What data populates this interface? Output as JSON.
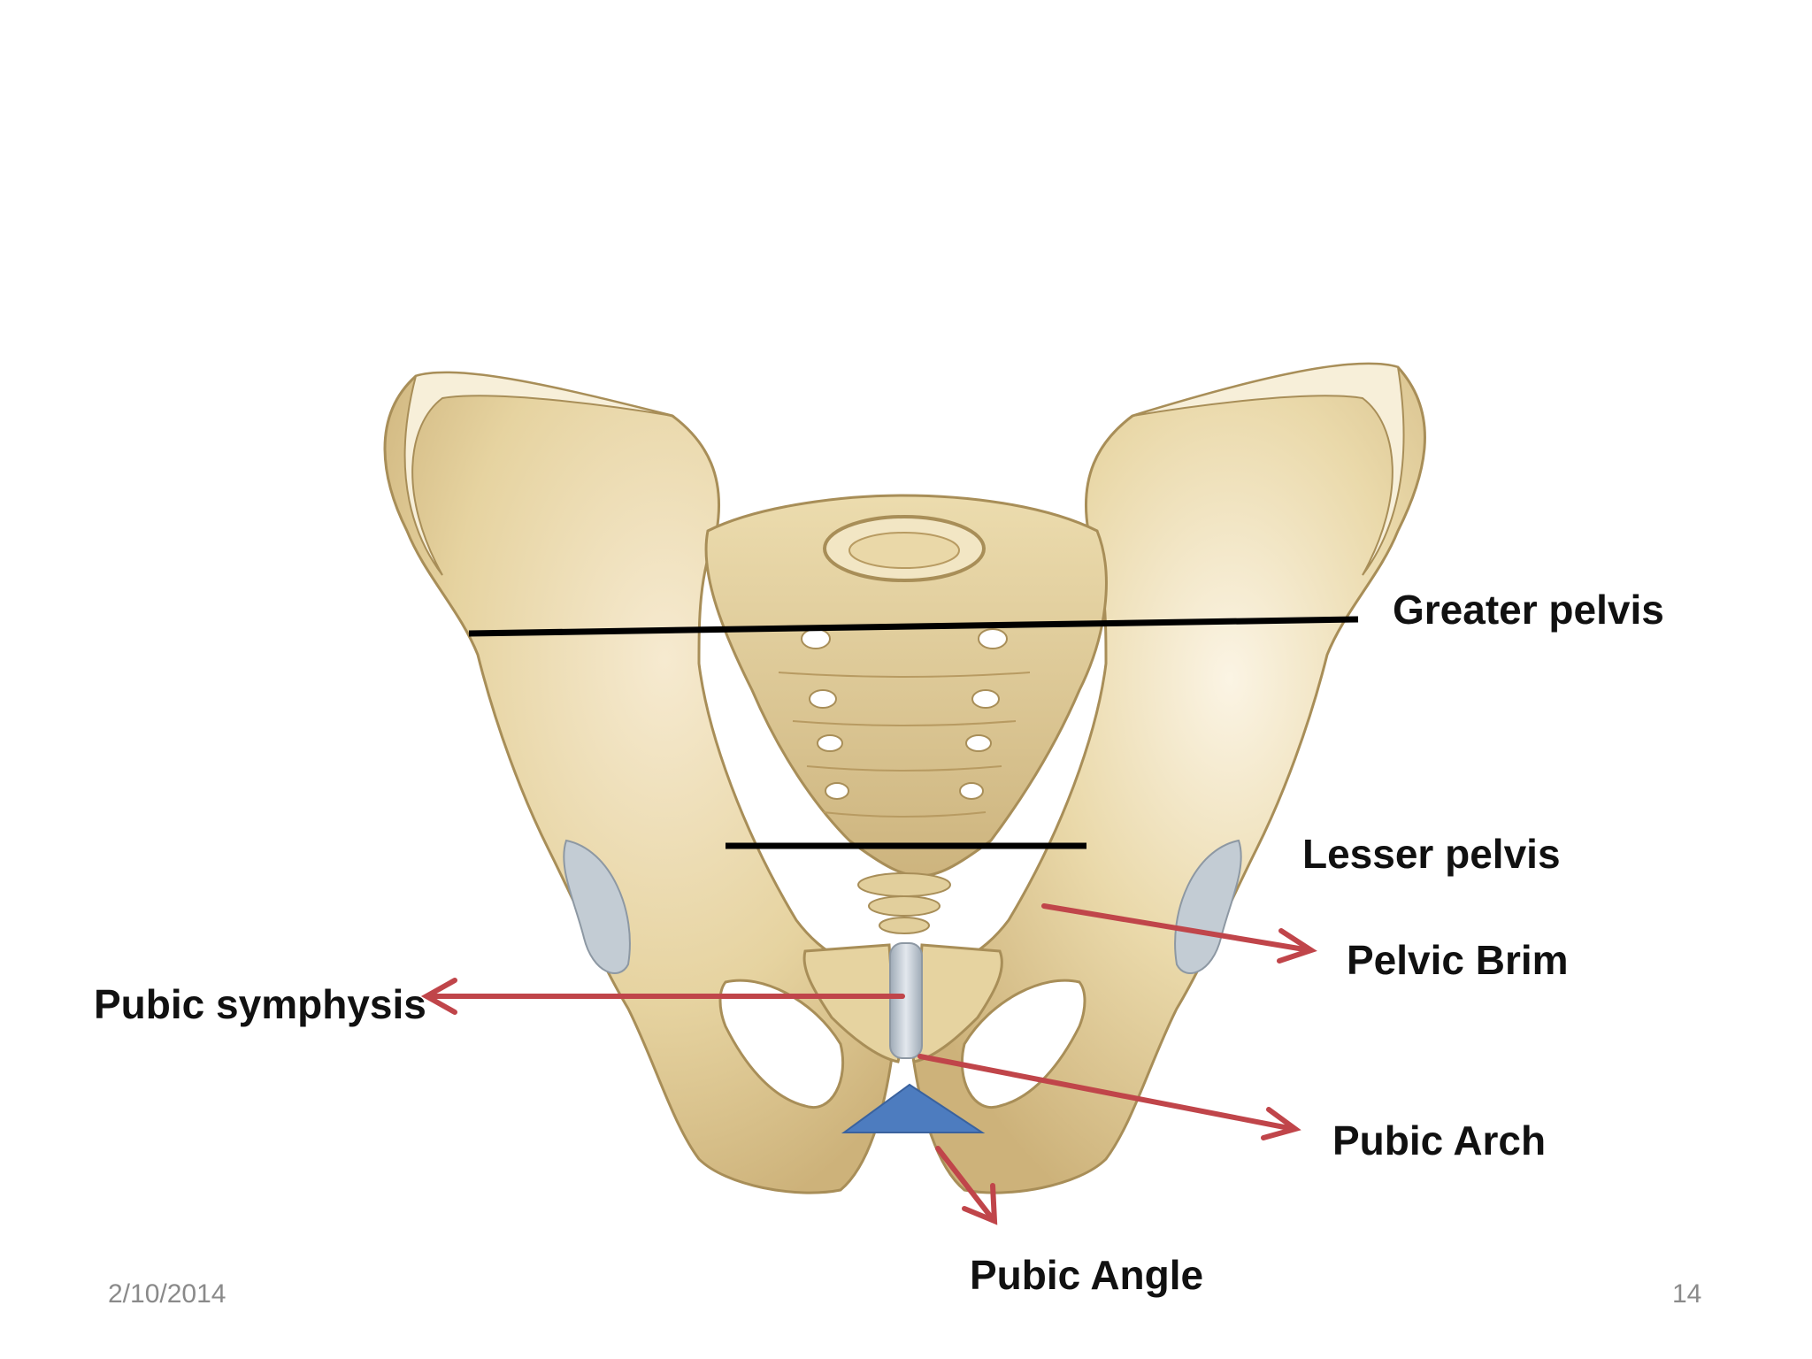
{
  "labels": {
    "greater_pelvis": "Greater pelvis",
    "lesser_pelvis": "Lesser pelvis",
    "pelvic_brim": "Pelvic Brim",
    "pubic_symphysis": "Pubic symphysis",
    "pubic_arch": "Pubic Arch",
    "pubic_angle": "Pubic Angle"
  },
  "footer": {
    "date": "2/10/2014",
    "page_number": "14"
  },
  "colors": {
    "background": "#ffffff",
    "bone_fill": "#e8d7a6",
    "bone_shade": "#c9ae73",
    "bone_outline": "#a88e58",
    "cartilage": "#b9c3cc",
    "pointer_line": "#000000",
    "arrow": "#c0454a",
    "angle_marker": "#4d7cbf",
    "footer_text": "#8a8a8a"
  }
}
